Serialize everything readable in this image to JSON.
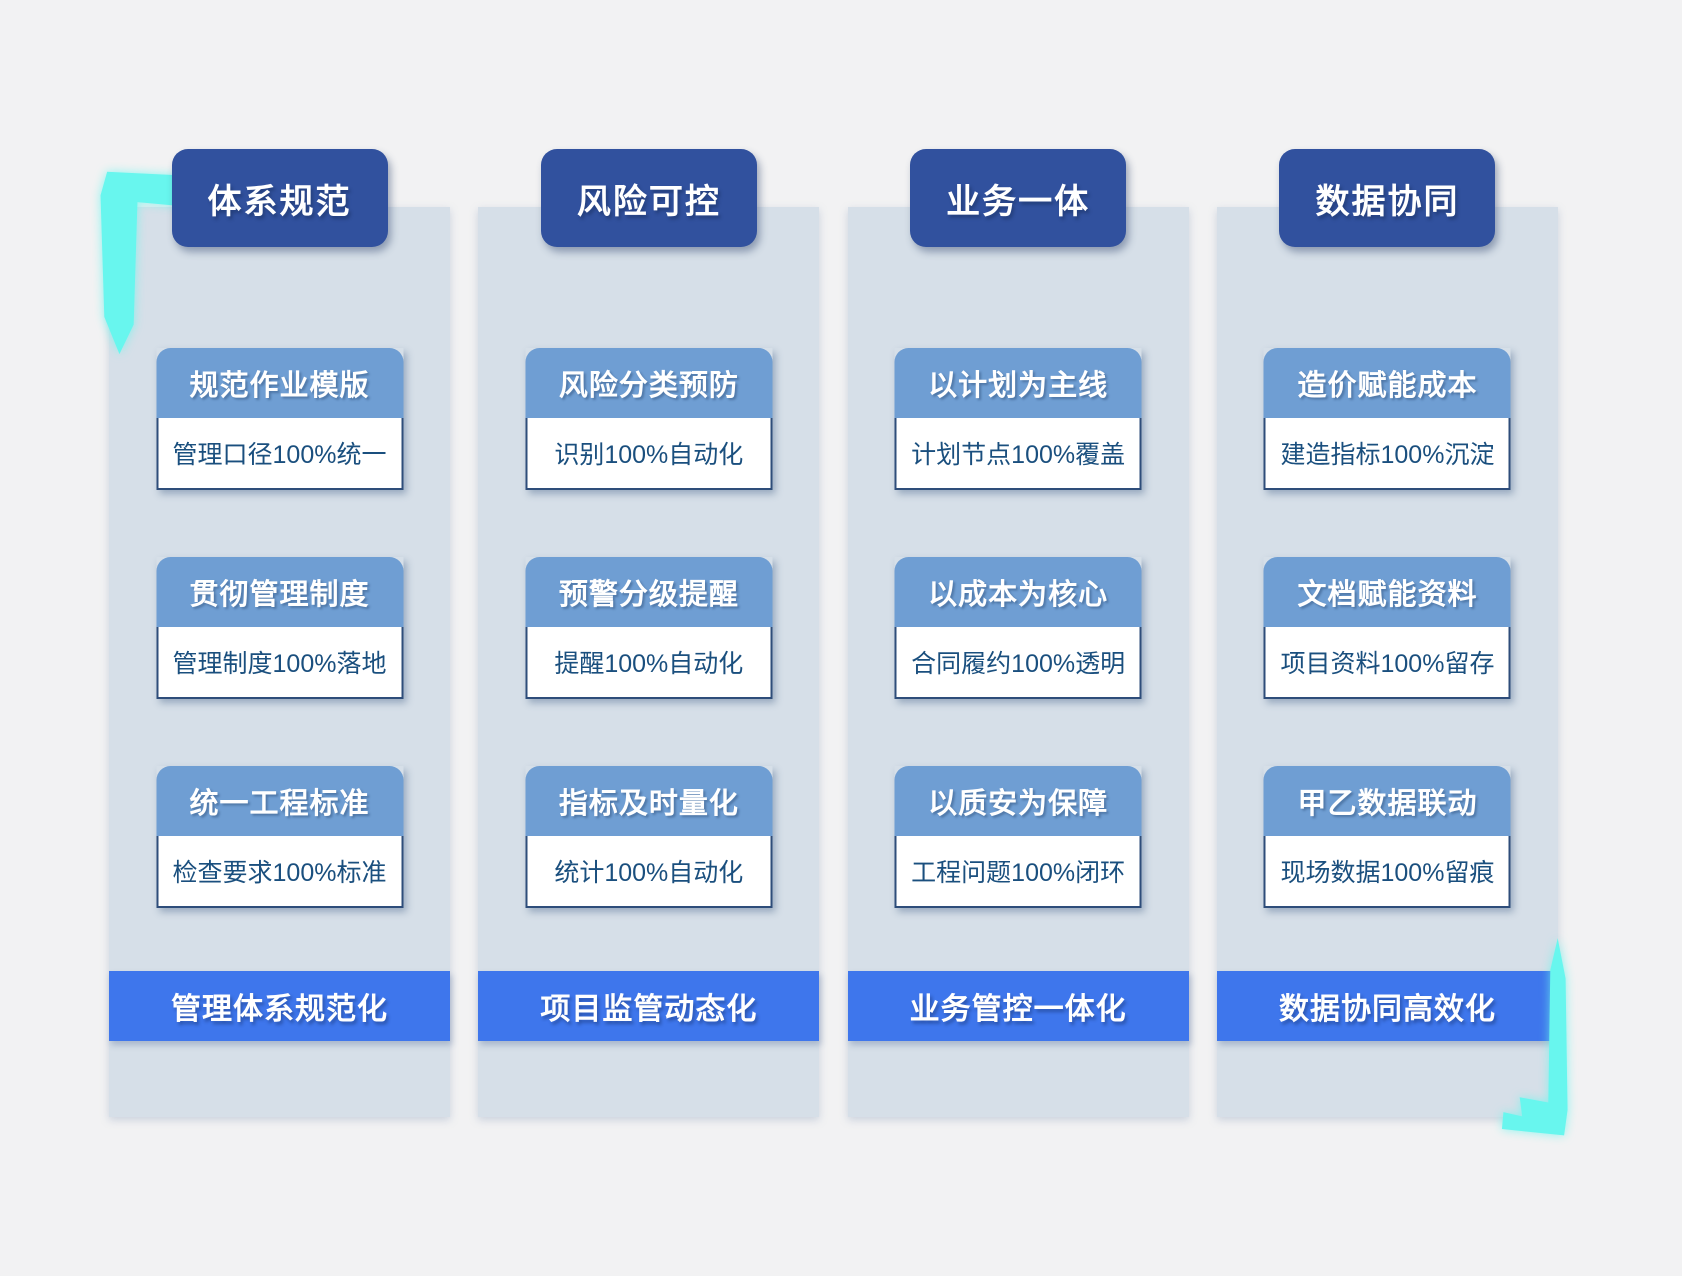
{
  "colors": {
    "page_bg": "#f2f2f3",
    "pillar_bg": "#d6dfe8",
    "header_badge": "#31519e",
    "card_title_bar": "#6f9ed3",
    "card_border": "#2e4d7a",
    "card_text": "#1a4f7e",
    "footer_banner": "#3e76ec",
    "corner_bracket": "#68f6ee"
  },
  "columns": [
    {
      "header": "体系规范",
      "cards": [
        {
          "title": "规范作业模版",
          "desc": "管理口径100%统一"
        },
        {
          "title": "贯彻管理制度",
          "desc": "管理制度100%落地"
        },
        {
          "title": "统一工程标准",
          "desc": "检查要求100%标准"
        }
      ],
      "footer": "管理体系规范化"
    },
    {
      "header": "风险可控",
      "cards": [
        {
          "title": "风险分类预防",
          "desc": "识别100%自动化"
        },
        {
          "title": "预警分级提醒",
          "desc": "提醒100%自动化"
        },
        {
          "title": "指标及时量化",
          "desc": "统计100%自动化"
        }
      ],
      "footer": "项目监管动态化"
    },
    {
      "header": "业务一体",
      "cards": [
        {
          "title": "以计划为主线",
          "desc": "计划节点100%覆盖"
        },
        {
          "title": "以成本为核心",
          "desc": "合同履约100%透明"
        },
        {
          "title": "以质安为保障",
          "desc": "工程问题100%闭环"
        }
      ],
      "footer": "业务管控一体化"
    },
    {
      "header": "数据协同",
      "cards": [
        {
          "title": "造价赋能成本",
          "desc": "建造指标100%沉淀"
        },
        {
          "title": "文档赋能资料",
          "desc": "项目资料100%留存"
        },
        {
          "title": "甲乙数据联动",
          "desc": "现场数据100%留痕"
        }
      ],
      "footer": "数据协同高效化"
    }
  ]
}
